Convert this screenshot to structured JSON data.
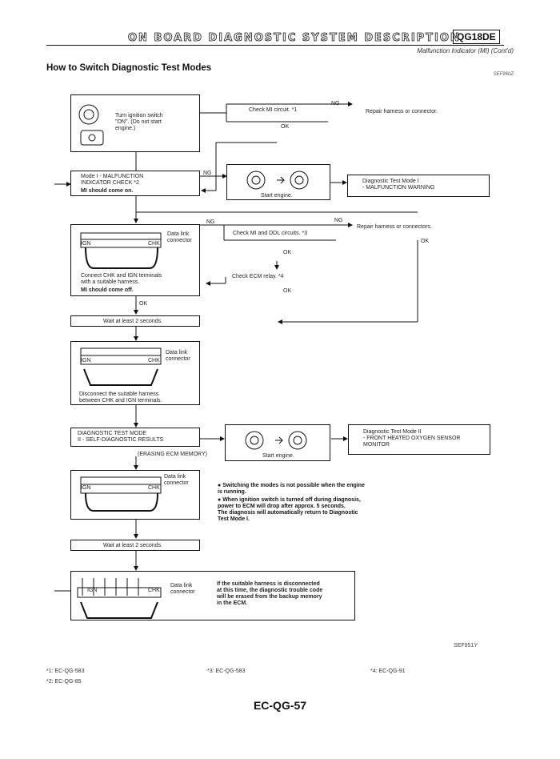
{
  "header": {
    "title": "ON BOARD DIAGNOSTIC SYSTEM DESCRIPTION",
    "model": "QG18DE",
    "subtitle": "Malfunction Indicator (MI) (Cont'd)"
  },
  "section_title": "How to Switch Diagnostic Test Modes",
  "figure_code_top": "SEF960Z",
  "flow": {
    "step1": "Turn ignition switch\n\"ON\". (Do not start\nengine.)",
    "check_mi": "Check MI circuit. *1",
    "ng": "NG",
    "ok": "OK",
    "repair_harness": "Repair harness or connector.",
    "mode_i": "Mode I - MALFUNCTION\nINDICATOR CHECK *2",
    "mi_on": "MI should come on.",
    "start_engine": "Start engine.",
    "diag_mode_i": "Diagnostic Test Mode I\n- MALFUNCTION WARNING",
    "data_link_connector": "Data link\nconnector",
    "check_mi_dl": "Check MI and DDL circuits. *3",
    "repair_harness2": "Repair harness or connectors.",
    "connect_chk": "Connect CHK and IGN terminals\nwith a suitable harness.",
    "mi_off": "MI should come off.",
    "check_ecm": "Check ECM relay. *4",
    "wait2": "Wait at least 2 seconds.",
    "disconnect": "Disconnect the suitable harness\nbetween CHK and IGN terminals.",
    "mode_ii": "DIAGNOSTIC TEST MODE\nII - SELF-DIAGNOSTIC RESULTS",
    "erasing": "(ERASING ECM MEMORY)",
    "diag_mode_ii": "Diagnostic Test Mode II\n- FRONT HEATED OXYGEN SENSOR\nMONITOR",
    "ign": "IGN",
    "chk": "CHK",
    "bullet1": "Switching the modes is not possible when the engine is running.",
    "bullet2": "When ignition switch is turned off during diagnosis, power to ECM will drop after approx. 5 seconds.\nThe diagnosis will automatically return to Diagnostic Test Mode I.",
    "disconnect_note": "If the suitable harness is disconnected\nat this time, the diagnostic trouble code\nwill be erased from the backup memory\nin the ECM."
  },
  "figure_code": "SEF951Y",
  "footnotes": [
    "*1: EC-QG-583",
    "*2: EC-QG-85",
    "*3: EC-QG-583",
    "*4: EC-QG-91"
  ],
  "page_number": "EC-QG-57"
}
